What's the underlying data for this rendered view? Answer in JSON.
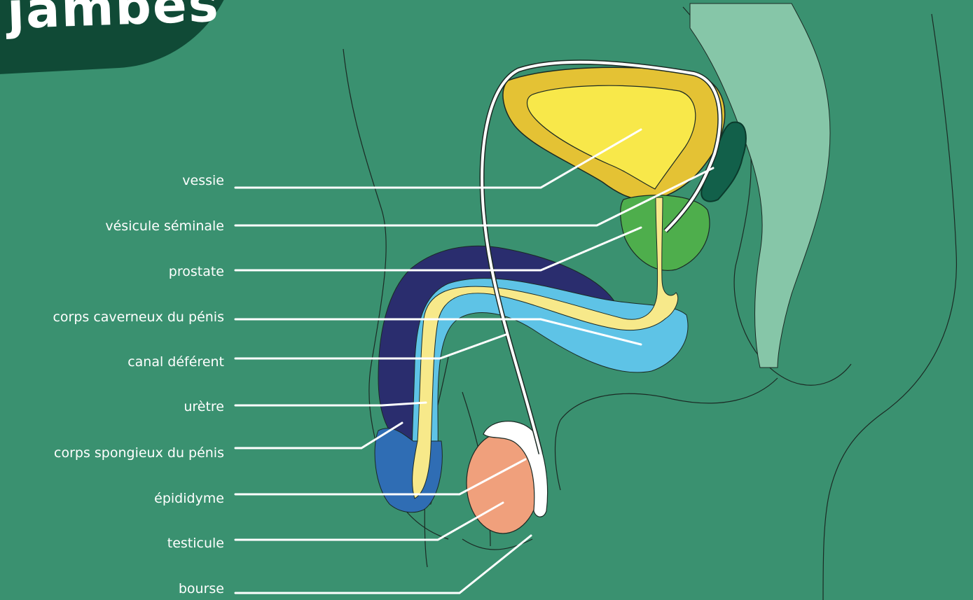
{
  "title": "jambes",
  "labels": [
    "vessie",
    "vésicule séminale",
    "prostate",
    "corps caverneux du pénis",
    "canal déférent",
    "urètre",
    "corps spongieux du pénis",
    "épididyme",
    "testicule",
    "bourse"
  ],
  "colors": {
    "background": "#3a9170",
    "title_tab": "#104a36",
    "bladder_outer": "#e4c234",
    "bladder_inner": "#f8e84a",
    "prostate": "#4eae4c",
    "seminal_vesicle": "#12604a",
    "corpus_cavernosum": "#2a2d6e",
    "urethra_sheath": "#5ec3e6",
    "urethra": "#f7e98a",
    "corpus_spongiosum": "#2f6db4",
    "testicle": "#f0a07c",
    "epididymis": "#ffffff",
    "rectum": "#86c6a8"
  }
}
